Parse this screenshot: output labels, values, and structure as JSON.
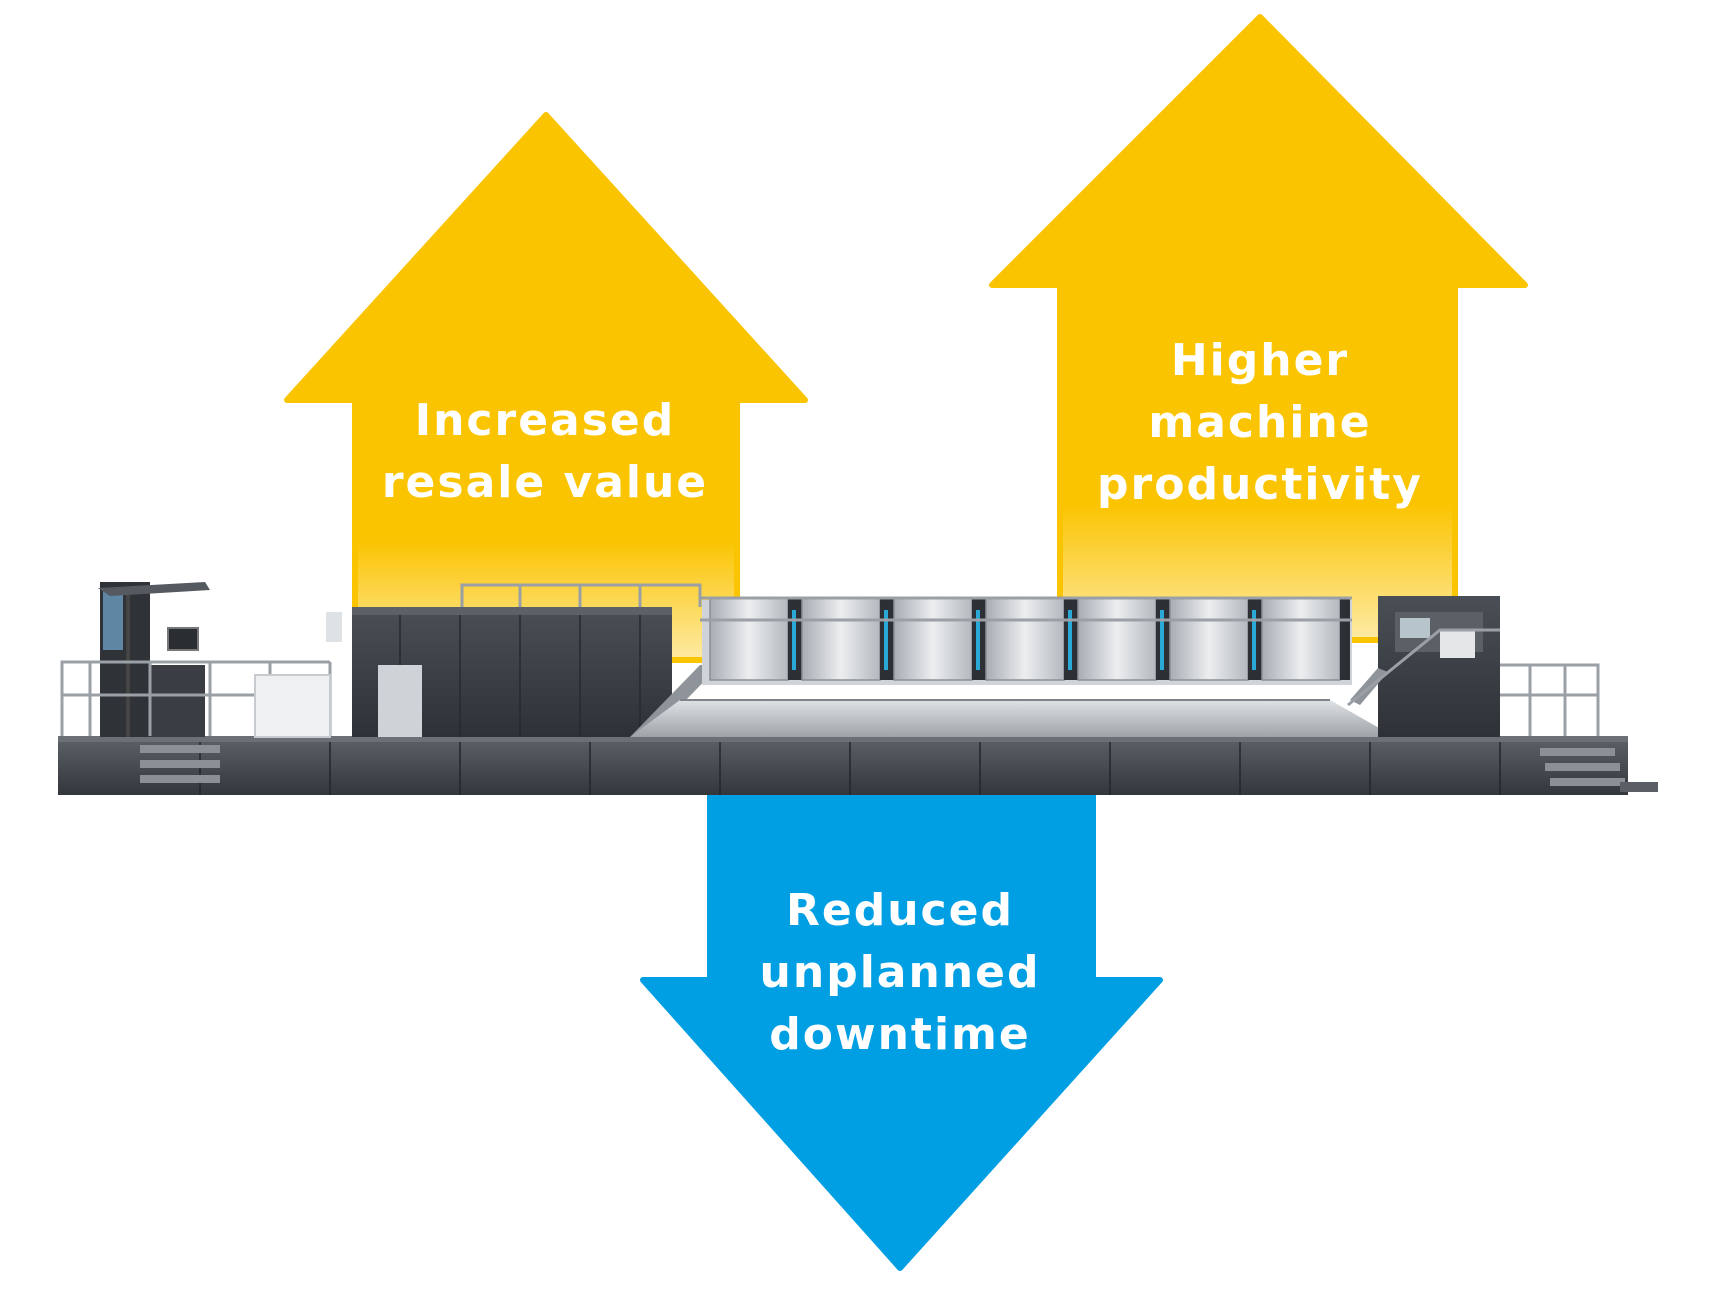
{
  "colors": {
    "up_arrow": "#FBC400",
    "down_arrow": "#009FE3",
    "machine_dark": "#3a3e44",
    "machine_light": "#c9cdd2",
    "label_text": "#FFFFFF"
  },
  "arrows": [
    {
      "id": "resale",
      "direction": "up",
      "lines": [
        "Increased",
        "resale value"
      ]
    },
    {
      "id": "productivity",
      "direction": "up",
      "lines": [
        "Higher",
        "machine",
        "productivity"
      ]
    },
    {
      "id": "downtime",
      "direction": "down",
      "lines": [
        "Reduced",
        "unplanned",
        "downtime"
      ]
    }
  ],
  "machine": {
    "icon": "printing-press-machine-image",
    "printing_units": 7
  }
}
